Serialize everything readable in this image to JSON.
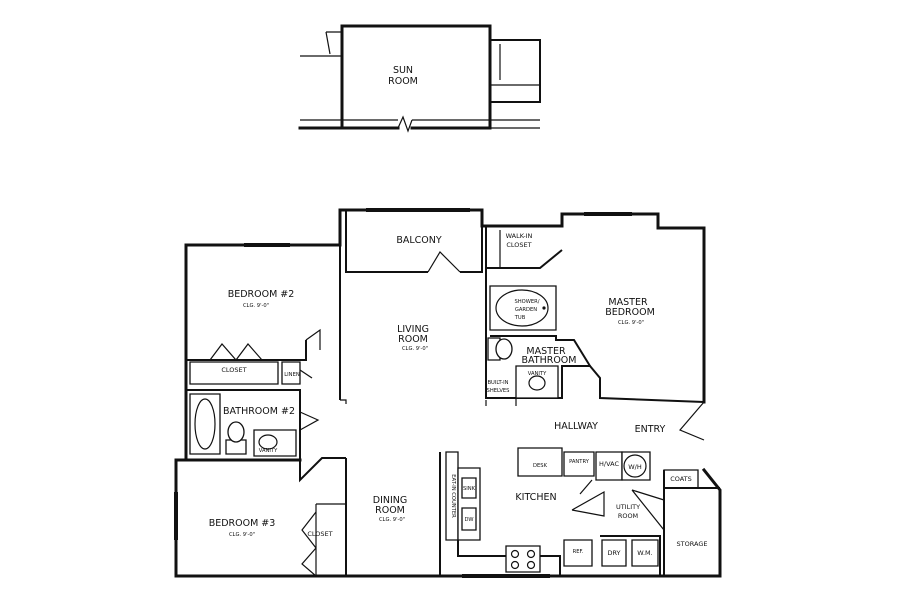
{
  "rooms": {
    "sun_room": {
      "line1": "SUN",
      "line2": "ROOM"
    },
    "balcony": "BALCONY",
    "walk_in_closet": {
      "line1": "WALK-IN",
      "line2": "CLOSET"
    },
    "bedroom2": {
      "name": "BEDROOM #2",
      "ceiling": "CLG. 9'-0\""
    },
    "living_room": {
      "line1": "LIVING",
      "line2": "ROOM",
      "ceiling": "CLG. 9'-0\""
    },
    "master_bedroom": {
      "line1": "MASTER",
      "line2": "BEDROOM",
      "ceiling": "CLG. 9'-0\""
    },
    "shower_tub": {
      "line1": "SHOWER/",
      "line2": "GARDEN",
      "line3": "TUB"
    },
    "master_bathroom": {
      "line1": "MASTER",
      "line2": "BATHROOM"
    },
    "closet_bed2": "CLOSET",
    "linen": "LINEN",
    "vanity_master": "VANITY",
    "built_in_shelves": {
      "line1": "BUILT-IN",
      "line2": "SHELVES"
    },
    "bathroom2": "BATHROOM #2",
    "vanity_bath2": "VANITY",
    "hallway": "HALLWAY",
    "entry": "ENTRY",
    "desk": "DESK",
    "pantry": "PANTRY",
    "hvac": "H/VAC",
    "wh": "W/H",
    "coats": "COATS",
    "bar": "EAT-IN COUNTER",
    "sink": "SINK",
    "dw": "DW",
    "kitchen": "KITCHEN",
    "dining_room": {
      "line1": "DINING",
      "line2": "ROOM",
      "ceiling": "CLG. 9'-0\""
    },
    "utility_room": {
      "line1": "UTILITY",
      "line2": "ROOM"
    },
    "bedroom3": {
      "name": "BEDROOM #3",
      "ceiling": "CLG. 9'-0\""
    },
    "closet_bed3": "CLOSET",
    "ref": "REF.",
    "dry": "DRY",
    "wm": "W.M.",
    "storage": "STORAGE"
  }
}
